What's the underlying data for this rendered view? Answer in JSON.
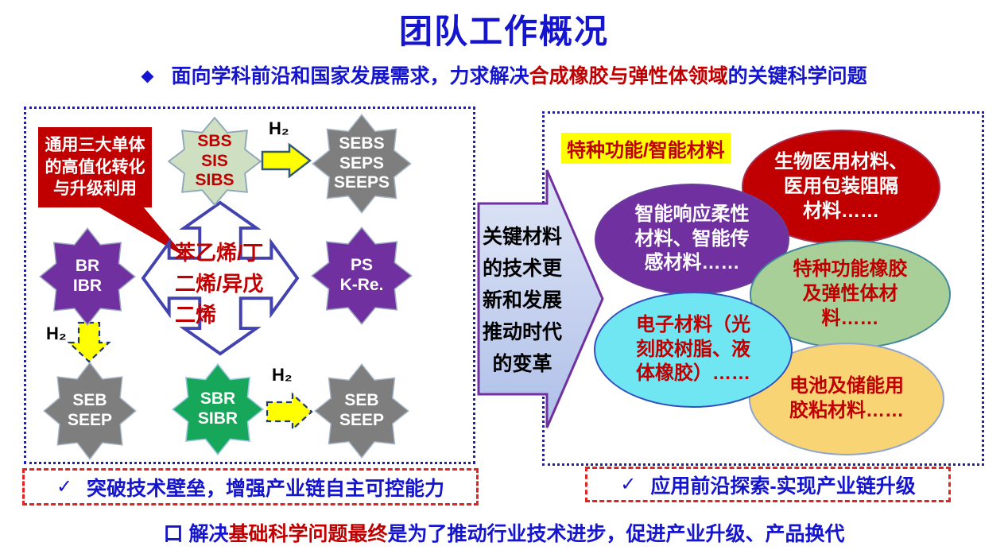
{
  "slide": {
    "title": "团队工作概况",
    "subtitle": {
      "bullet": "◆",
      "lead": "面向学科前沿和国家发展需求，力求解决",
      "highlight": "合成橡胶与弹性体领域",
      "tail": "的关键科学问题"
    }
  },
  "left_panel": {
    "callout_text": "通用三大单体\n的高值化转化\n与升级利用",
    "center_label": "苯乙烯/丁\n二烯/异戊\n二烯",
    "h2_top": "H₂",
    "h2_left": "H₂",
    "h2_bottom": "H₂",
    "star_sbs": "SBS\nSIS\nSIBS",
    "star_sebs": "SEBS\nSEPS\nSEEPS",
    "star_br": "BR\nIBR",
    "star_ps": "PS\nK-Re.",
    "star_seb_left": "SEB\nSEEP",
    "star_sbr": "SBR\nSIBR",
    "star_seb_right": "SEB\nSEEP",
    "footer_check": "✓",
    "footer_text": "突破技术壁垒，增强产业链自主可控能力"
  },
  "middle_arrow": {
    "text": "关键材料\n的技术更\n新和发展\n推动时代\n的变革"
  },
  "right_panel": {
    "header": "特种功能/智能材料",
    "ellipse_biomedical": "生物医用材料、\n医用包装阻隔\n材料……",
    "ellipse_smart": "智能响应柔性\n材料、智能传\n感材料……",
    "ellipse_rubber": "特种功能橡胶\n及弹性体材\n料……",
    "ellipse_electronic": "电子材料（光\n刻胶树脂、液\n体橡胶）……",
    "ellipse_battery": "电池及储能用\n胶粘材料……",
    "footer_check": "✓",
    "footer_text": "应用前沿探索-实现产业链升级"
  },
  "bottom_note": {
    "lead": "口 解决",
    "highlight": "基础科学问题最终",
    "tail": "是为了推动行业技术进步，促进产业升级、产品换代"
  },
  "colors": {
    "primary_blue": "#1515cd",
    "accent_red": "#c00000",
    "panel_border_blue": "#2020b0",
    "footer_border_red": "#e02424",
    "star_gray": "#7e7e7e",
    "star_purple": "#7030a0",
    "star_green": "#16a75a",
    "star_light_green": "#cfe0c2",
    "arrow_yellow": "#ffff00",
    "ellipse_green": "#a8cf97",
    "ellipse_cyan": "#6fe6f2",
    "ellipse_orange": "#f8d475"
  }
}
